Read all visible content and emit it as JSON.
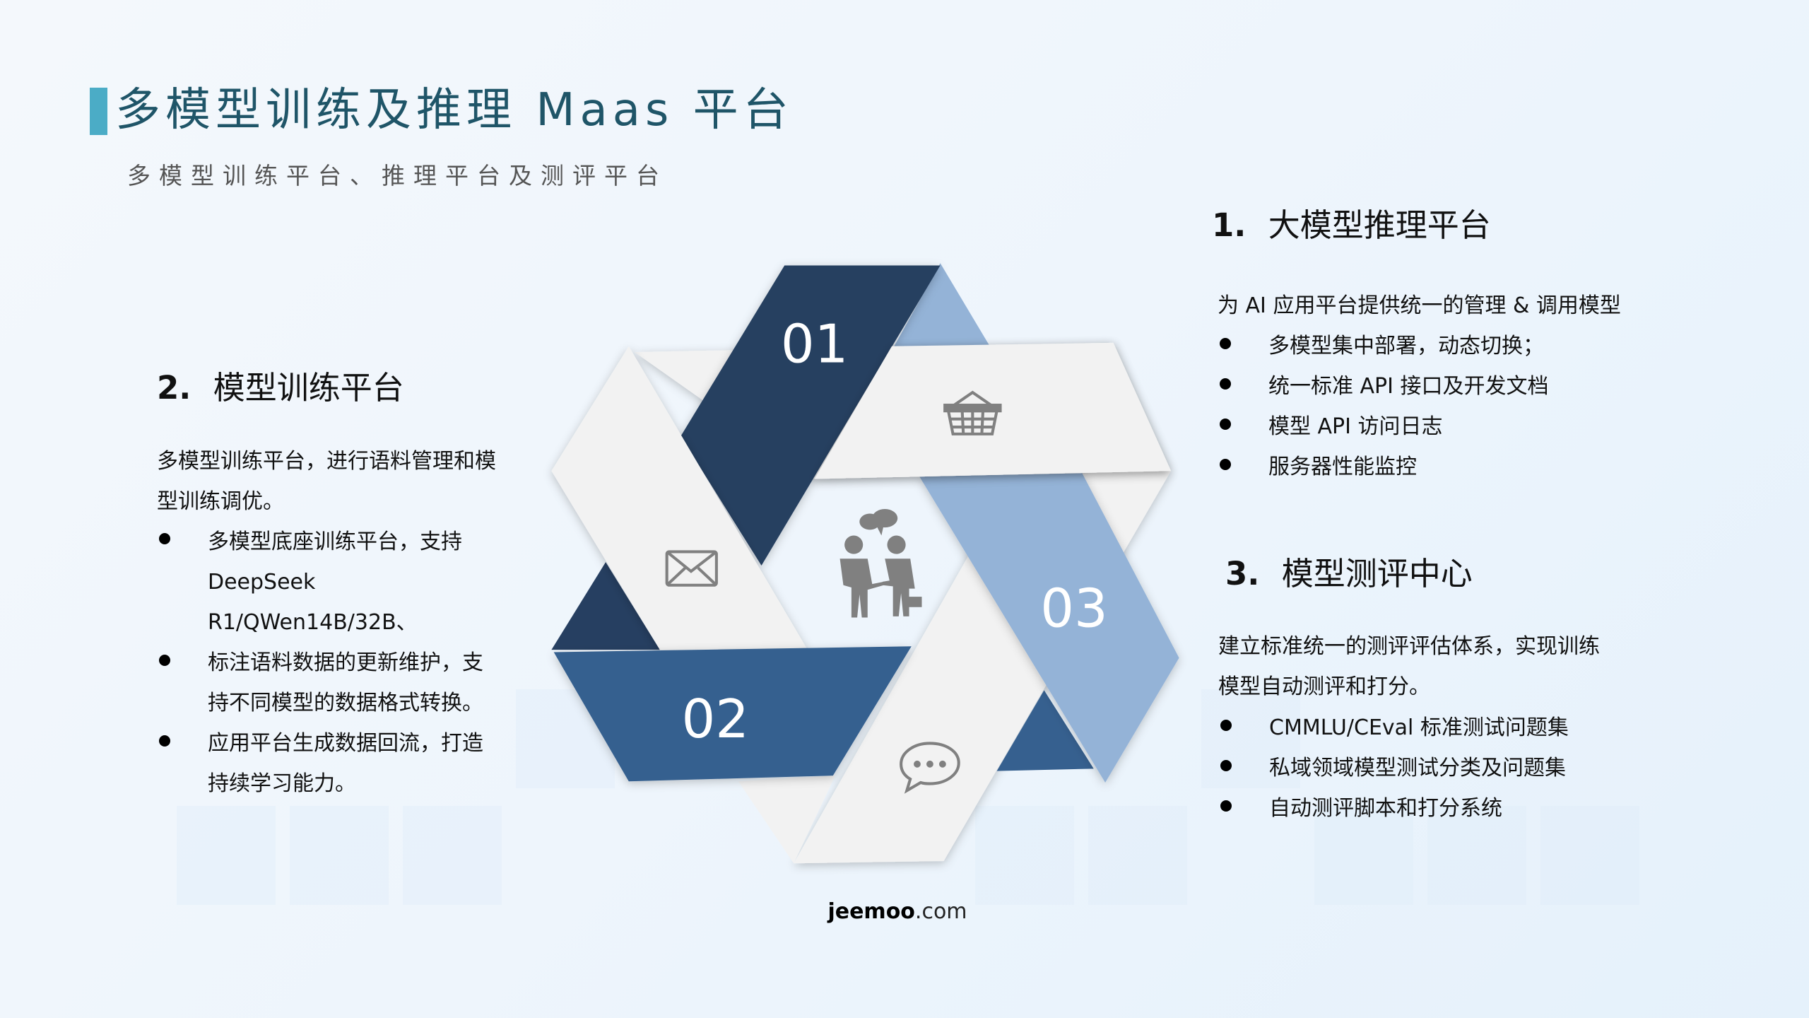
{
  "colors": {
    "accent": "#4bacc6",
    "title": "#1f5568",
    "navy": "#263f61",
    "mid_blue": "#36608f",
    "light_blue": "#94b3d7",
    "band_white": "#f2f2f2",
    "icon_gray": "#808080"
  },
  "header": {
    "title": "多模型训练及推理 Maas 平台",
    "subtitle": "多模型训练平台、推理平台及测评平台"
  },
  "diagram": {
    "labels": [
      "01",
      "02",
      "03"
    ],
    "icons": [
      "basket-icon",
      "envelope-icon",
      "chat-bubble-icon",
      "business-handshake-icon"
    ]
  },
  "section1": {
    "num": "1.",
    "title": "大模型推理平台",
    "desc": "为 AI 应用平台提供统一的管理 & 调用模型",
    "bullets": [
      "多模型集中部署，动态切换；",
      "统一标准 API 接口及开发文档",
      "模型 API 访问日志",
      "服务器性能监控"
    ]
  },
  "section2": {
    "num": "2.",
    "title": "模型训练平台",
    "desc": "多模型训练平台，进行语料管理和模\n型训练调优。",
    "bullets": [
      "多模型底座训练平台，支持\nDeepSeek\nR1/QWen14B/32B、",
      "标注语料数据的更新维护，支\n持不同模型的数据格式转换。",
      "应用平台生成数据回流，打造\n持续学习能力。"
    ]
  },
  "section3": {
    "num": "3.",
    "title": "模型测评中心",
    "desc": "建立标准统一的测评评估体系，实现训练\n模型自动测评和打分。",
    "bullets": [
      "CMMLU/CEval  标准测试问题集",
      "私域领域模型测试分类及问题集",
      "自动测评脚本和打分系统"
    ]
  },
  "footer": {
    "brand": "jeemoo",
    "suffix": ".com"
  }
}
